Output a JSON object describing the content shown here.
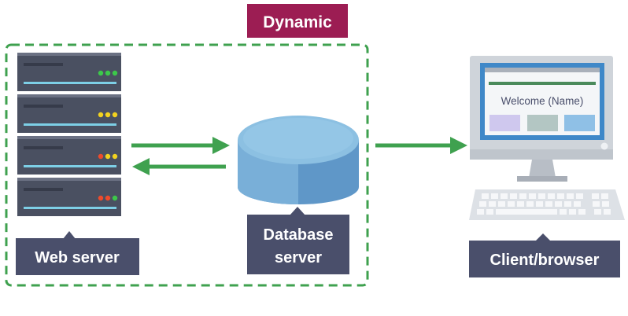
{
  "title": "Dynamic",
  "nodes": {
    "web_server": {
      "label": "Web server"
    },
    "database_server": {
      "label_line1": "Database",
      "label_line2": "server"
    },
    "client_browser": {
      "label": "Client/browser"
    }
  },
  "browser_screen": {
    "welcome_text": "Welcome (Name)"
  },
  "colors": {
    "title_bg": "#9c1d53",
    "label_bg": "#4a4f6b",
    "arrow": "#3fa14f",
    "dashed_border": "#3fa14f",
    "server_body": "#4a5061",
    "db_fill": "#7eb4d8",
    "screen_frame": "#3f88c8",
    "led_green": "#3cc84a",
    "led_yellow": "#f2d21f",
    "led_red": "#ee4b2b"
  },
  "server_units": [
    {
      "leds": [
        "led_green",
        "led_green",
        "led_green"
      ]
    },
    {
      "leds": [
        "led_yellow",
        "led_yellow",
        "led_yellow"
      ]
    },
    {
      "leds": [
        "led_red",
        "led_yellow",
        "led_yellow"
      ]
    },
    {
      "leds": [
        "led_red",
        "led_red",
        "led_green"
      ]
    }
  ]
}
